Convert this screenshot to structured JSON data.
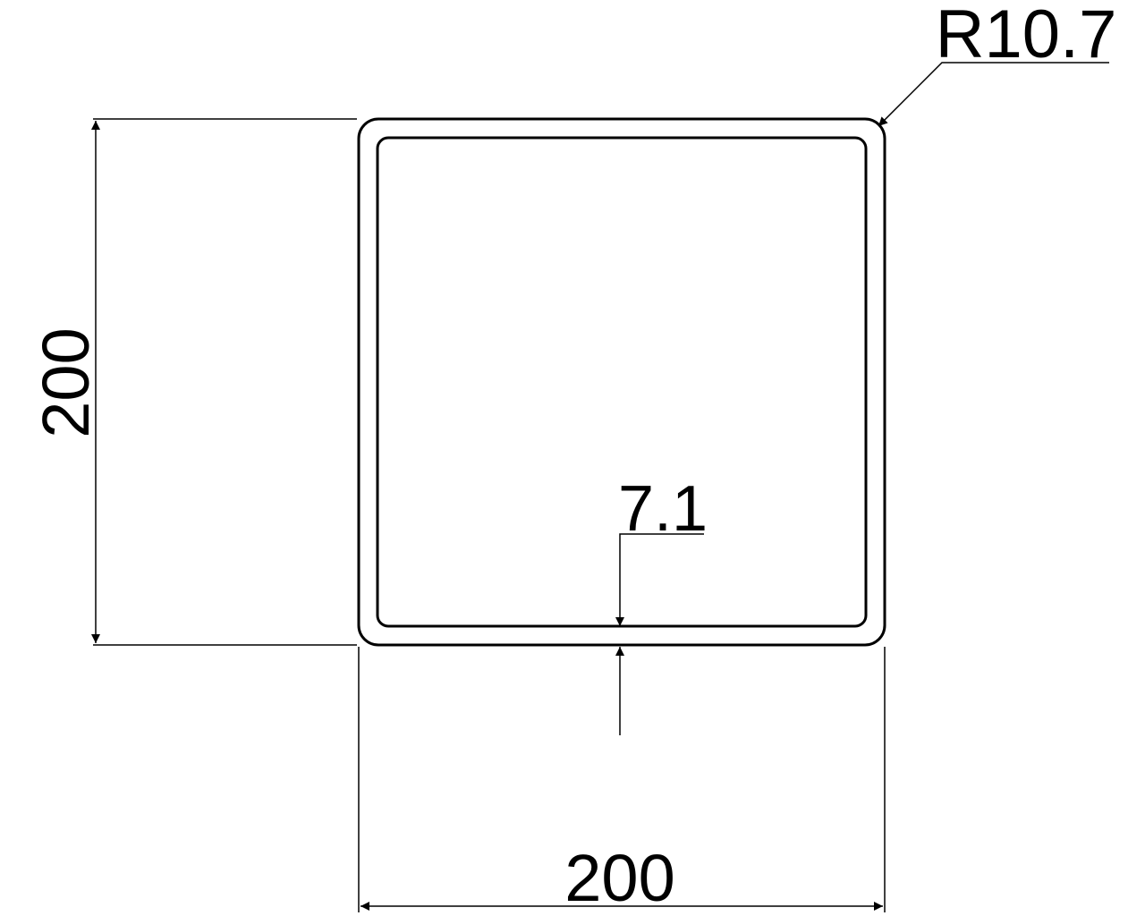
{
  "drawing": {
    "dimensions": {
      "width": "200",
      "height": "200",
      "wall_thickness": "7.1",
      "corner_radius": "R10.7"
    },
    "colors": {
      "line": "#000000",
      "background": "#ffffff"
    }
  }
}
